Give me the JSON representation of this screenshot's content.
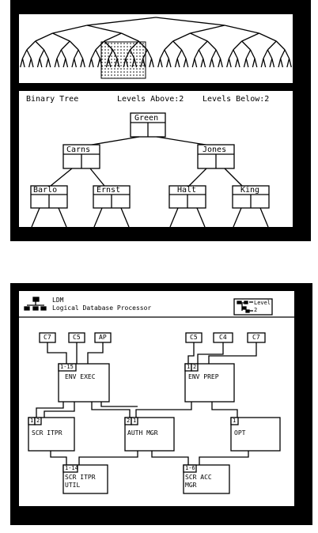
{
  "top_screen": {
    "header": {
      "title": "Binary Tree",
      "levels_above": "Levels Above:2",
      "levels_below": "Levels Below:2"
    },
    "tree": {
      "root": "Green",
      "level1": [
        "Carns",
        "Jones"
      ],
      "level2": [
        "Barlo",
        "Ernst",
        "Halt",
        "King"
      ]
    }
  },
  "bottom_screen": {
    "app": {
      "code": "LDM",
      "name": "Logical Database Processor"
    },
    "level_indicator": {
      "label": "Level",
      "value": "2"
    },
    "boxes": [
      {
        "id": "c7a",
        "label": "C7"
      },
      {
        "id": "c5a",
        "label": "C5"
      },
      {
        "id": "ap",
        "label": "AP"
      },
      {
        "id": "c5b",
        "label": "C5"
      },
      {
        "id": "c4",
        "label": "C4"
      },
      {
        "id": "c7b",
        "label": "C7"
      },
      {
        "id": "env_exec",
        "tag": "1-15",
        "line1": "ENV EXEC",
        "line2": ""
      },
      {
        "id": "env_prep",
        "tag1": "1",
        "tag2": "2",
        "line1": "ENV PREP",
        "line2": ""
      },
      {
        "id": "scr_itpr",
        "tag1": "1",
        "tag2": "2",
        "line1": "SCR ITPR",
        "line2": ""
      },
      {
        "id": "auth_mgr",
        "tag1": "2",
        "tag2": "1",
        "line1": "AUTH MGR",
        "line2": ""
      },
      {
        "id": "opt",
        "tag": "1",
        "line1": "OPT",
        "line2": ""
      },
      {
        "id": "scr_itpr_util",
        "tag": "1-14",
        "line1": "SCR ITPR",
        "line2": "UTIL"
      },
      {
        "id": "scr_acc_mgr",
        "tag": "1-6",
        "line1": "SCR ACC",
        "line2": "MGR"
      }
    ]
  }
}
